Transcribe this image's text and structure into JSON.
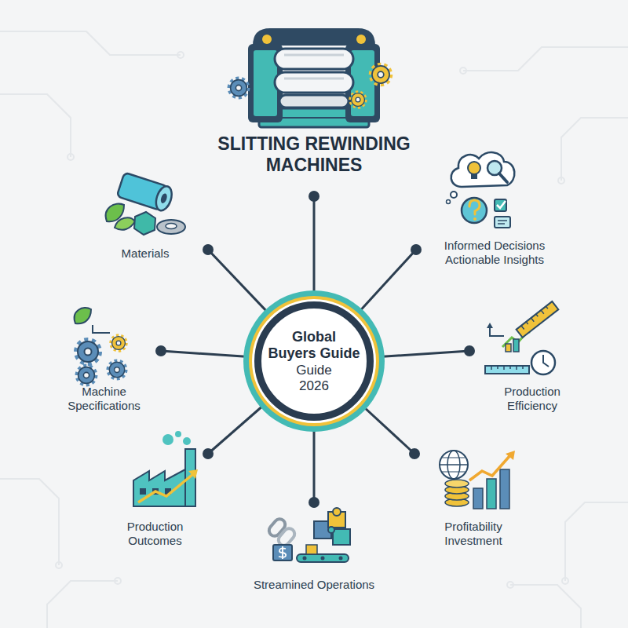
{
  "diagram": {
    "title": "SLITTING REWINDING MACHINES",
    "nodes": [
      {
        "text": [
          "Global Buyers Guide",
          "Guide 2026"
        ]
      },
      {
        "text": [
          "Materials"
        ]
      },
      {
        "text": [
          "Informed Decisions Actionable Insights"
        ]
      },
      {
        "text": [
          "Machine Specifications"
        ]
      },
      {
        "text": [
          "Production Efficiency"
        ]
      },
      {
        "text": [
          "Production Outcomes"
        ]
      },
      {
        "text": [
          "Profitability Investment"
        ]
      },
      {
        "text": [
          "Streamined Operations"
        ]
      }
    ],
    "edges": [
      {
        "from": 0,
        "to": 1,
        "arrow": "none"
      },
      {
        "from": 0,
        "to": 2,
        "arrow": "none"
      },
      {
        "from": 0,
        "to": 3,
        "arrow": "none"
      },
      {
        "from": 0,
        "to": 4,
        "arrow": "none"
      },
      {
        "from": 0,
        "to": 5,
        "arrow": "none"
      },
      {
        "from": 0,
        "to": 6,
        "arrow": "none"
      },
      {
        "from": 0,
        "to": 7,
        "arrow": "none"
      }
    ]
  }
}
